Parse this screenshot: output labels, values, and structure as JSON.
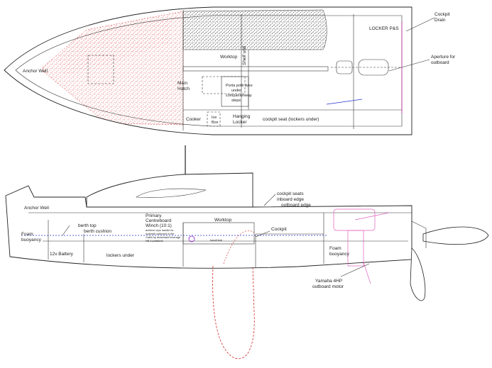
{
  "plan_view": {
    "labels": {
      "cockpit_drain": [
        "Cockpit",
        "Drain"
      ],
      "locker_ps": "LOCKER P&S",
      "aperture_outboard": [
        "Aperture for",
        "outboard"
      ],
      "anchor_well": "Anchor Well",
      "worktop": "Worktop",
      "shelf_unit": "Shelf unit",
      "main_hatch": [
        "Main",
        "Hatch"
      ],
      "porta_potti": [
        "Porta potti lives",
        "under",
        "companionway",
        "steps"
      ],
      "cooker": "Cooker",
      "ice_box": [
        "Ice",
        "Box"
      ],
      "hanging_locker": [
        "Hanging",
        "Locker"
      ],
      "cockpit_seat": "cockpit seat (lockers under)"
    }
  },
  "profile_view": {
    "labels": {
      "anchor_well": "Anchor Well",
      "foam_buoyancy_fwd": [
        "Foam",
        "buoyancy"
      ],
      "berth_top": "berth top",
      "berth_cushion": "berth cushion",
      "battery": "12v Battery",
      "lockers_under": "lockers under",
      "winch": [
        "Primary",
        "Centreboard",
        "Winch (10:1)"
      ],
      "winch_note": [
        "achieve rope handle for",
        "lockerall outboard in the",
        "Cabin by downward leverage",
        "NB 2 positions"
      ],
      "worktop": "Worktop",
      "handl": "handl bull",
      "cockpit": "Cockpit",
      "cockpit_seats": [
        "cockpit seats",
        "inboard edge",
        "outboard edge"
      ],
      "foam_buoyancy_aft": [
        "Foam",
        "buoyancy"
      ],
      "yamaha": [
        "Yamaha 4HP",
        "outboard motor"
      ]
    }
  },
  "colors": {
    "line": "#222222",
    "red_stipple": "#d42828",
    "pink_outboard": "#e060c0",
    "blue_dash": "#2233cc",
    "magenta_line": "#cc22aa"
  }
}
